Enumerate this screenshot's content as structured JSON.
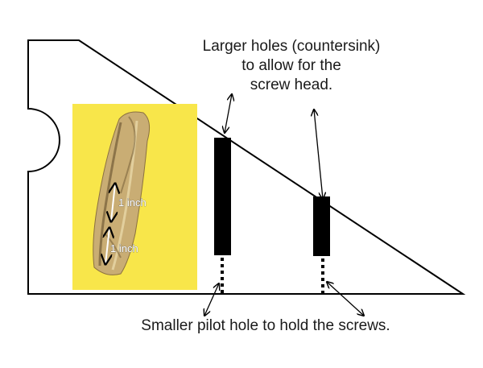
{
  "top_caption": {
    "line1": "Larger holes (countersink)",
    "line2": "to allow for the",
    "line3": "screw head."
  },
  "bottom_caption": "Smaller pilot hole to hold the screws.",
  "photo": {
    "upper_measure_label": "1 inch",
    "lower_measure_label": "1 inch"
  },
  "colors": {
    "outline": "#000000",
    "photo_background": "#f8e64a",
    "wood": "#c8a96e",
    "holes": "#000000"
  }
}
